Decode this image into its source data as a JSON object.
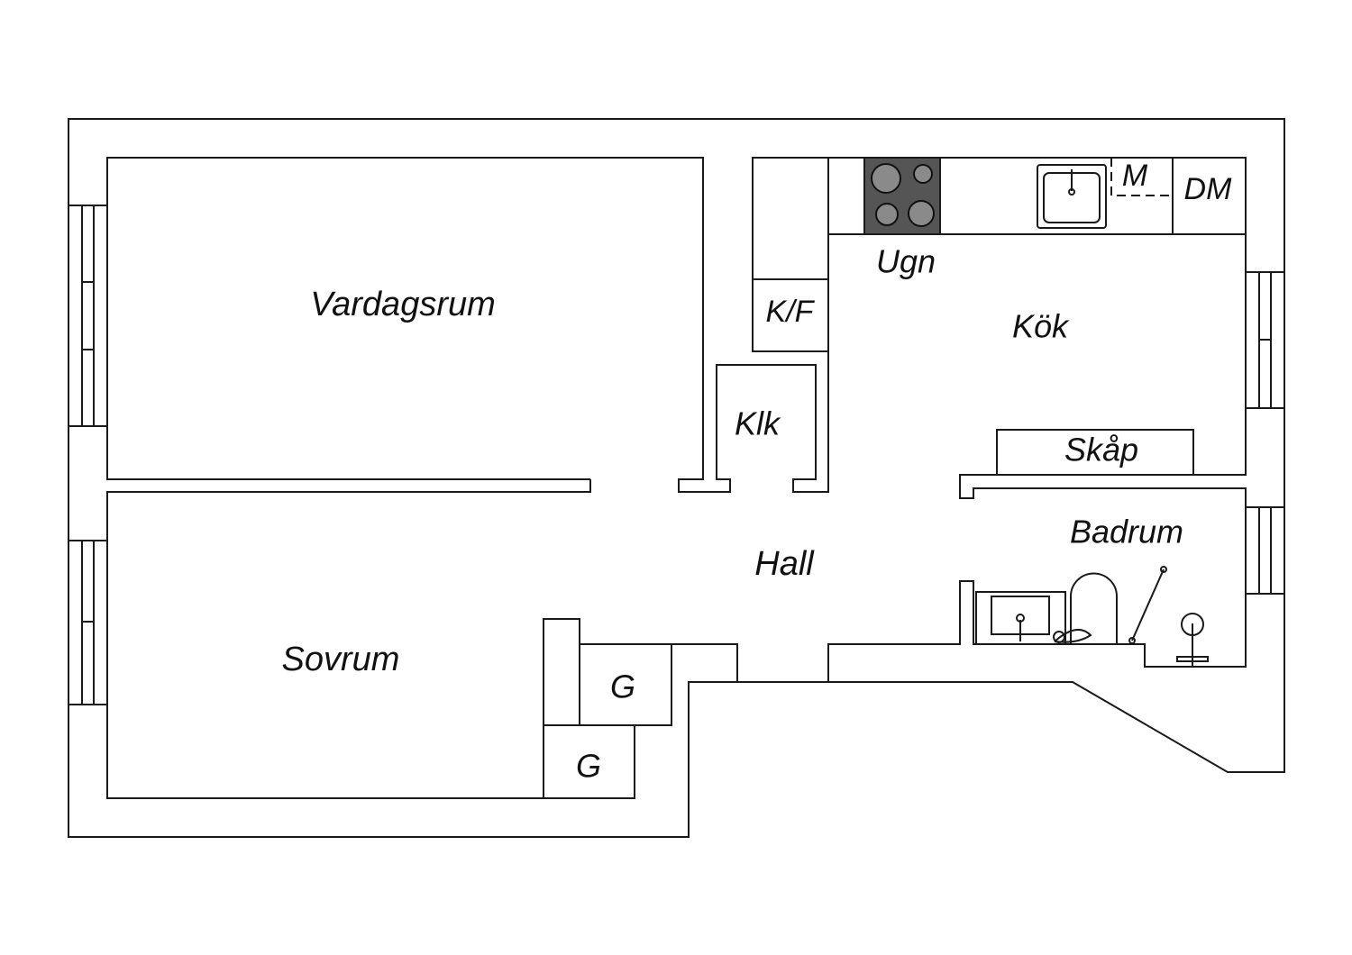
{
  "floor_plan": {
    "rooms": {
      "living_room": "Vardagsrum",
      "bedroom": "Sovrum",
      "hall": "Hall",
      "kitchen": "Kök",
      "bathroom": "Badrum",
      "closet": "Klk",
      "wardrobe_1": "G",
      "wardrobe_2": "G"
    },
    "fixtures": {
      "oven": "Ugn",
      "fridge_freezer": "K/F",
      "cabinet": "Skåp",
      "microwave": "M",
      "dishwasher": "DM"
    },
    "colors": {
      "line": "#1a1a1a",
      "stove": "#555555",
      "burner": "#8a8a8a"
    }
  }
}
